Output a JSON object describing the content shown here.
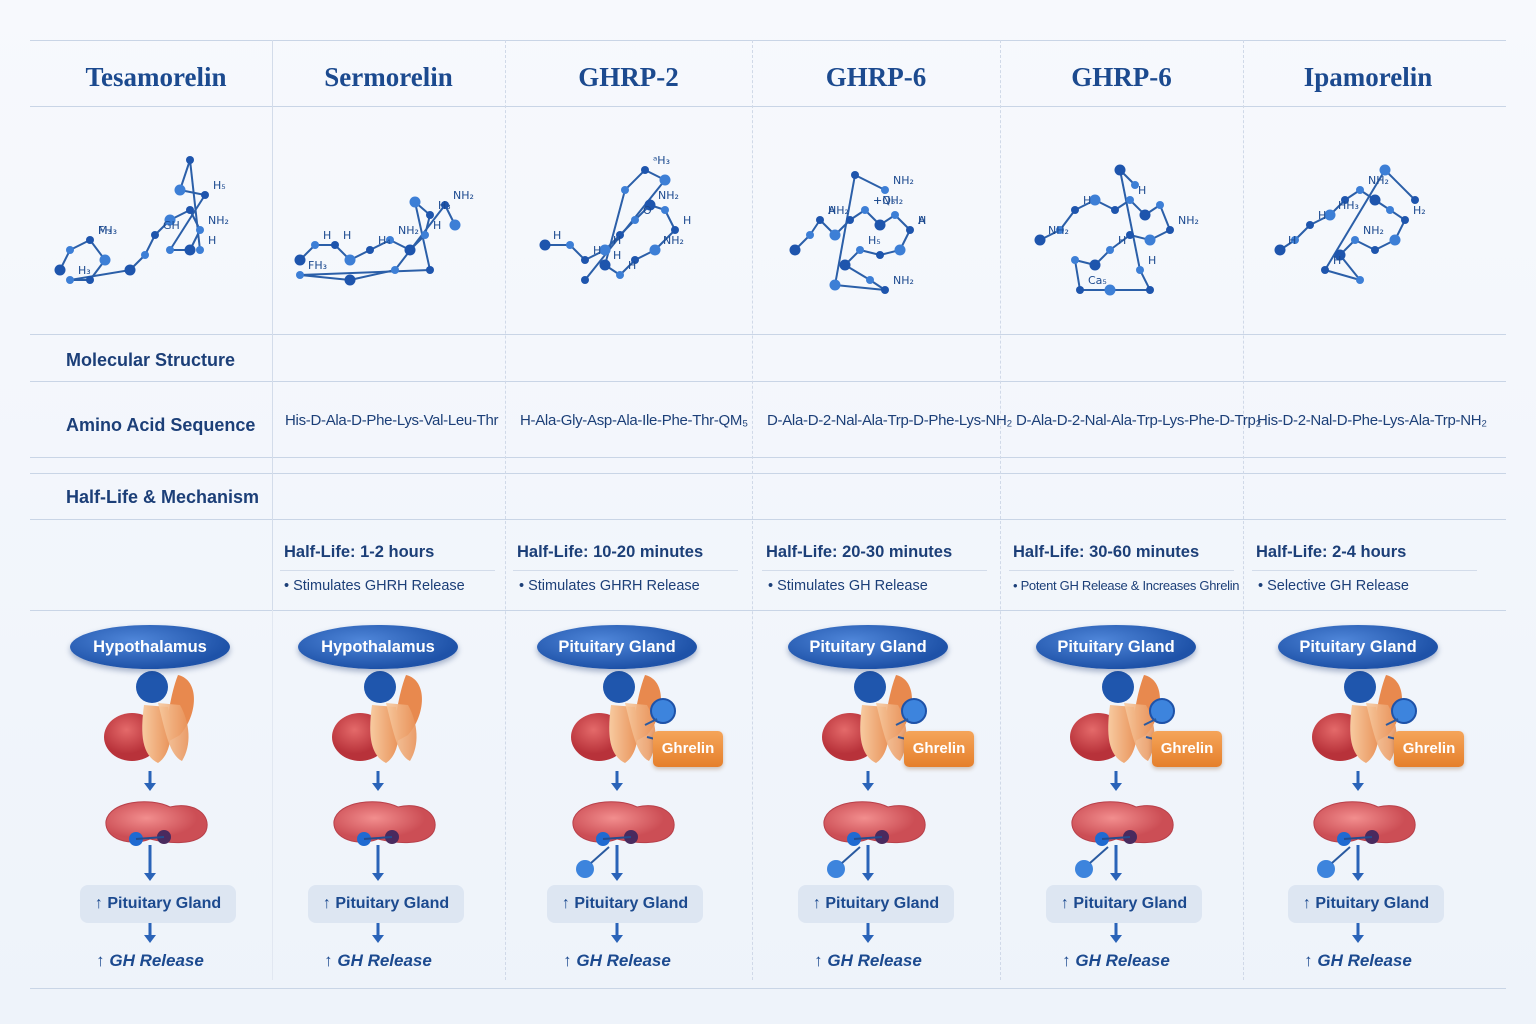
{
  "columns": [
    {
      "title": "Tesamorelin",
      "sequence": "",
      "half_life": "",
      "mechanism": "",
      "pathway_top": "Hypothalamus",
      "ghrelin": false
    },
    {
      "title": "Sermorelin",
      "sequence": "His-D-Ala-D-Phe-Lys-Val-Leu-Thr",
      "half_life": "Half-Life: 1-2 hours",
      "mechanism": "• Stimulates GHRH Release",
      "pathway_top": "Hypothalamus",
      "ghrelin": false
    },
    {
      "title": "GHRP-2",
      "sequence": "H-Ala-Gly-Asp-Ala-Ile-Phe-Thr-QM₅",
      "half_life": "Half-Life: 10-20 minutes",
      "mechanism": "• Stimulates GHRH Release",
      "pathway_top": "Pituitary Gland",
      "ghrelin": true
    },
    {
      "title": "GHRP-6",
      "sequence": "D-Ala-D-2-Nal-Ala-Trp-D-Phe-Lys-NH₂",
      "half_life": "Half-Life: 20-30 minutes",
      "mechanism": "• Stimulates GH Release",
      "pathway_top": "Pituitary Gland",
      "ghrelin": true
    },
    {
      "title": "GHRP-6",
      "sequence": "D-Ala-D-2-Nal-Ala-Trp-Lys-Phe-D-Trp₂",
      "half_life": "Half-Life: 30-60 minutes",
      "mechanism": "• Potent GH Release & Increases Ghrelin",
      "pathway_top": "Pituitary Gland",
      "ghrelin": true
    },
    {
      "title": "Ipamorelin",
      "sequence": "His-D-2-Nal-D-Phe-Lys-Ala-Trp-NH₂",
      "half_life": "Half-Life: 2-4 hours",
      "mechanism": "• Selective GH Release",
      "pathway_top": "Pituitary Gland",
      "ghrelin": true
    }
  ],
  "row_labels": {
    "molecular_structure": "Molecular Structure",
    "amino_acid_sequence": "Amino Acid Sequence",
    "half_life_mechanism": "Half-Life & Mechanism"
  },
  "pathway": {
    "ghrelin_label": "Ghrelin",
    "pituitary_label": "↑ Pituitary Gland",
    "gh_release_label": "↑ GH Release"
  },
  "molecule_labels": [
    [
      "M₃",
      "H₃",
      "GH",
      "NH₂",
      "H₅",
      "H",
      "FH₃"
    ],
    [
      "H",
      "NH₂",
      "H₃",
      "FH₃",
      "NH₂",
      "H",
      "H₄",
      "H"
    ],
    [
      "H",
      "O",
      "H",
      "H",
      "ᵃH₃",
      "H",
      "H",
      "NH₂",
      "NH₂",
      "H"
    ],
    [
      "A",
      "+Q₅",
      "A",
      "H₅",
      "NH₂",
      "NH₂",
      "HH₂",
      "+NH₂",
      "H"
    ],
    [
      "H",
      "H",
      "NH₂",
      "H",
      "Ca₅",
      "H",
      "NH₂"
    ],
    [
      "H",
      "NH₂",
      "H₂",
      "NH₂",
      "H",
      "H",
      "HH₃"
    ]
  ],
  "colors": {
    "title": "#1c4a8f",
    "gland_blue": "#1e52a8",
    "ghrelin_orange": "#e8862f",
    "atom_blue": "#3d7fd6"
  }
}
